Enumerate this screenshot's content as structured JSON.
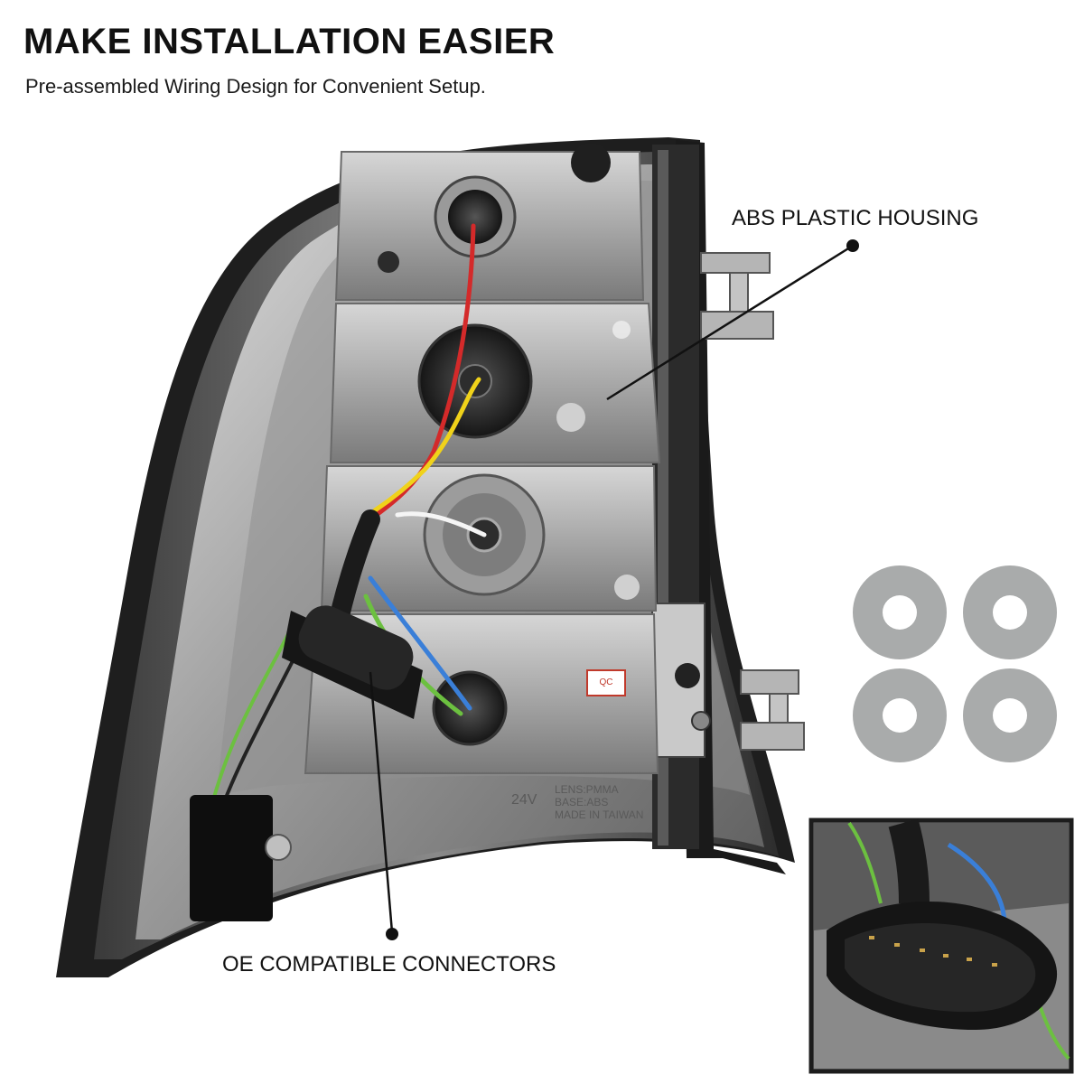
{
  "header": {
    "title": "MAKE INSTALLATION EASIER",
    "subtitle": "Pre-assembled Wiring Design for Convenient Setup."
  },
  "callouts": {
    "housing": "ABS PLASTIC HOUSING",
    "connectors": "OE COMPATIBLE CONNECTORS"
  },
  "product": {
    "icon": "tail-light-assembly-icon",
    "qc_sticker": "QC",
    "mold_text": [
      "LENS:PMMA",
      "BASE:ABS",
      "MADE IN TAIWAN"
    ],
    "voltage_text": "24V",
    "washer_count": 4,
    "connector_pins": 6
  },
  "colors": {
    "housing_chrome": "#b8b8b8",
    "housing_dark": "#2a2a2a",
    "wire_red": "#d42a2a",
    "wire_yellow": "#f0d21a",
    "wire_blue": "#3a7fd8",
    "wire_green": "#6cc040",
    "wire_white": "#f5f5f5",
    "washer_grey": "#a9abab"
  }
}
